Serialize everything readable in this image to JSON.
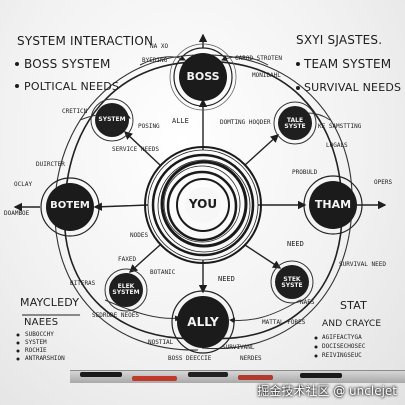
{
  "header_left": [
    "SYSTEM INTERACTION",
    "BOSS SYSTEM",
    "POLTICAL NEEDS"
  ],
  "header_right": [
    "SXYI SJASTES.",
    "TEAM SYSTEM",
    "SURVIVAL NEEDS"
  ],
  "bottom_left": {
    "title": "MAYCLEDY",
    "subtitle": "NAEES",
    "items": [
      "SUBOCCHY",
      "SYSTEM",
      "ROCHIE",
      "ANTRARSHION"
    ]
  },
  "bottom_right": {
    "title": "STAT",
    "subtitle": "AND CRAYCE",
    "items": [
      "AGIFEACTYGA",
      "DOCISECHOSEC",
      "REIVINGSEUC"
    ]
  },
  "nodes": {
    "center": "YOU",
    "top": "BOSS",
    "left": "BOTEM",
    "right": "THAM",
    "bottom": "ALLY",
    "upper_right": "TALE SYSTE",
    "upper_left": "SYSTEM",
    "lower_right": "STEK SYSTE",
    "lower_left": "ELEK SYSTEM"
  },
  "annotations": {
    "boss_tl": "NA XO",
    "boss_l": "BYEDING",
    "boss_r": "CAROD STROTEN",
    "boss_r2": "MONIDAHL",
    "left_top": "CRETICN",
    "left_mid": "DUIRCTER",
    "left_a": "OCLAY",
    "left_b": "DOAMBOE",
    "mid_left": "SERVICE NEEDS",
    "mid_left2": "POSING",
    "center_top": "ALLE",
    "center_tr": "DOMTING HOQDER",
    "right_top": "KE SAMSTTING",
    "right_mid": "LOGALS",
    "right_mid2": "PROBULD",
    "right_side": "OPERS",
    "need": "NEED",
    "need2": "NEED",
    "survival": "SURVIVAL NEED",
    "nodes": "NODES",
    "faxed": "FAXED",
    "botanic": "BOTANIC",
    "bitenas": "BITERAS",
    "sedrode": "SEDRODE NEOES",
    "matial": "MATTAL FORES",
    "naes": "NAES",
    "nostial": "NOSTIAL",
    "survivanl": "SURVIVANL",
    "ally_bottom": "BOSS DEECCIE",
    "nerdes": "NERDES"
  },
  "watermark": "掘金技术社区 @ unclejet"
}
